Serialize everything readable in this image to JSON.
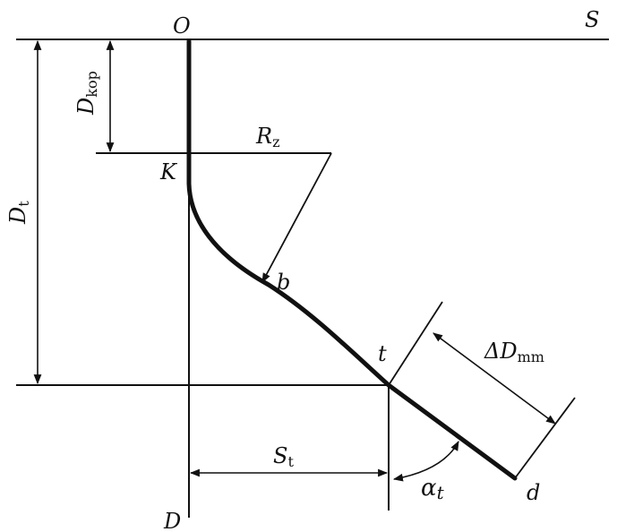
{
  "labels": {
    "origin": "O",
    "surface_axis": "S",
    "depth_axis": "D",
    "kickoff_point": "K",
    "build_point": "b",
    "target_point": "t",
    "end_point": "d",
    "kickoff_depth": {
      "main": "D",
      "sub": "kop"
    },
    "target_depth": {
      "main": "D",
      "sub": "t"
    },
    "radius": {
      "main": "R",
      "sub": "z"
    },
    "target_departure": {
      "main": "S",
      "sub": "t"
    },
    "measured_length": {
      "main": "ΔD",
      "sub": "mm"
    },
    "inclination_angle": {
      "main": "α",
      "sub": "t"
    }
  },
  "colors": {
    "ink": "#111111",
    "background": "#ffffff"
  }
}
